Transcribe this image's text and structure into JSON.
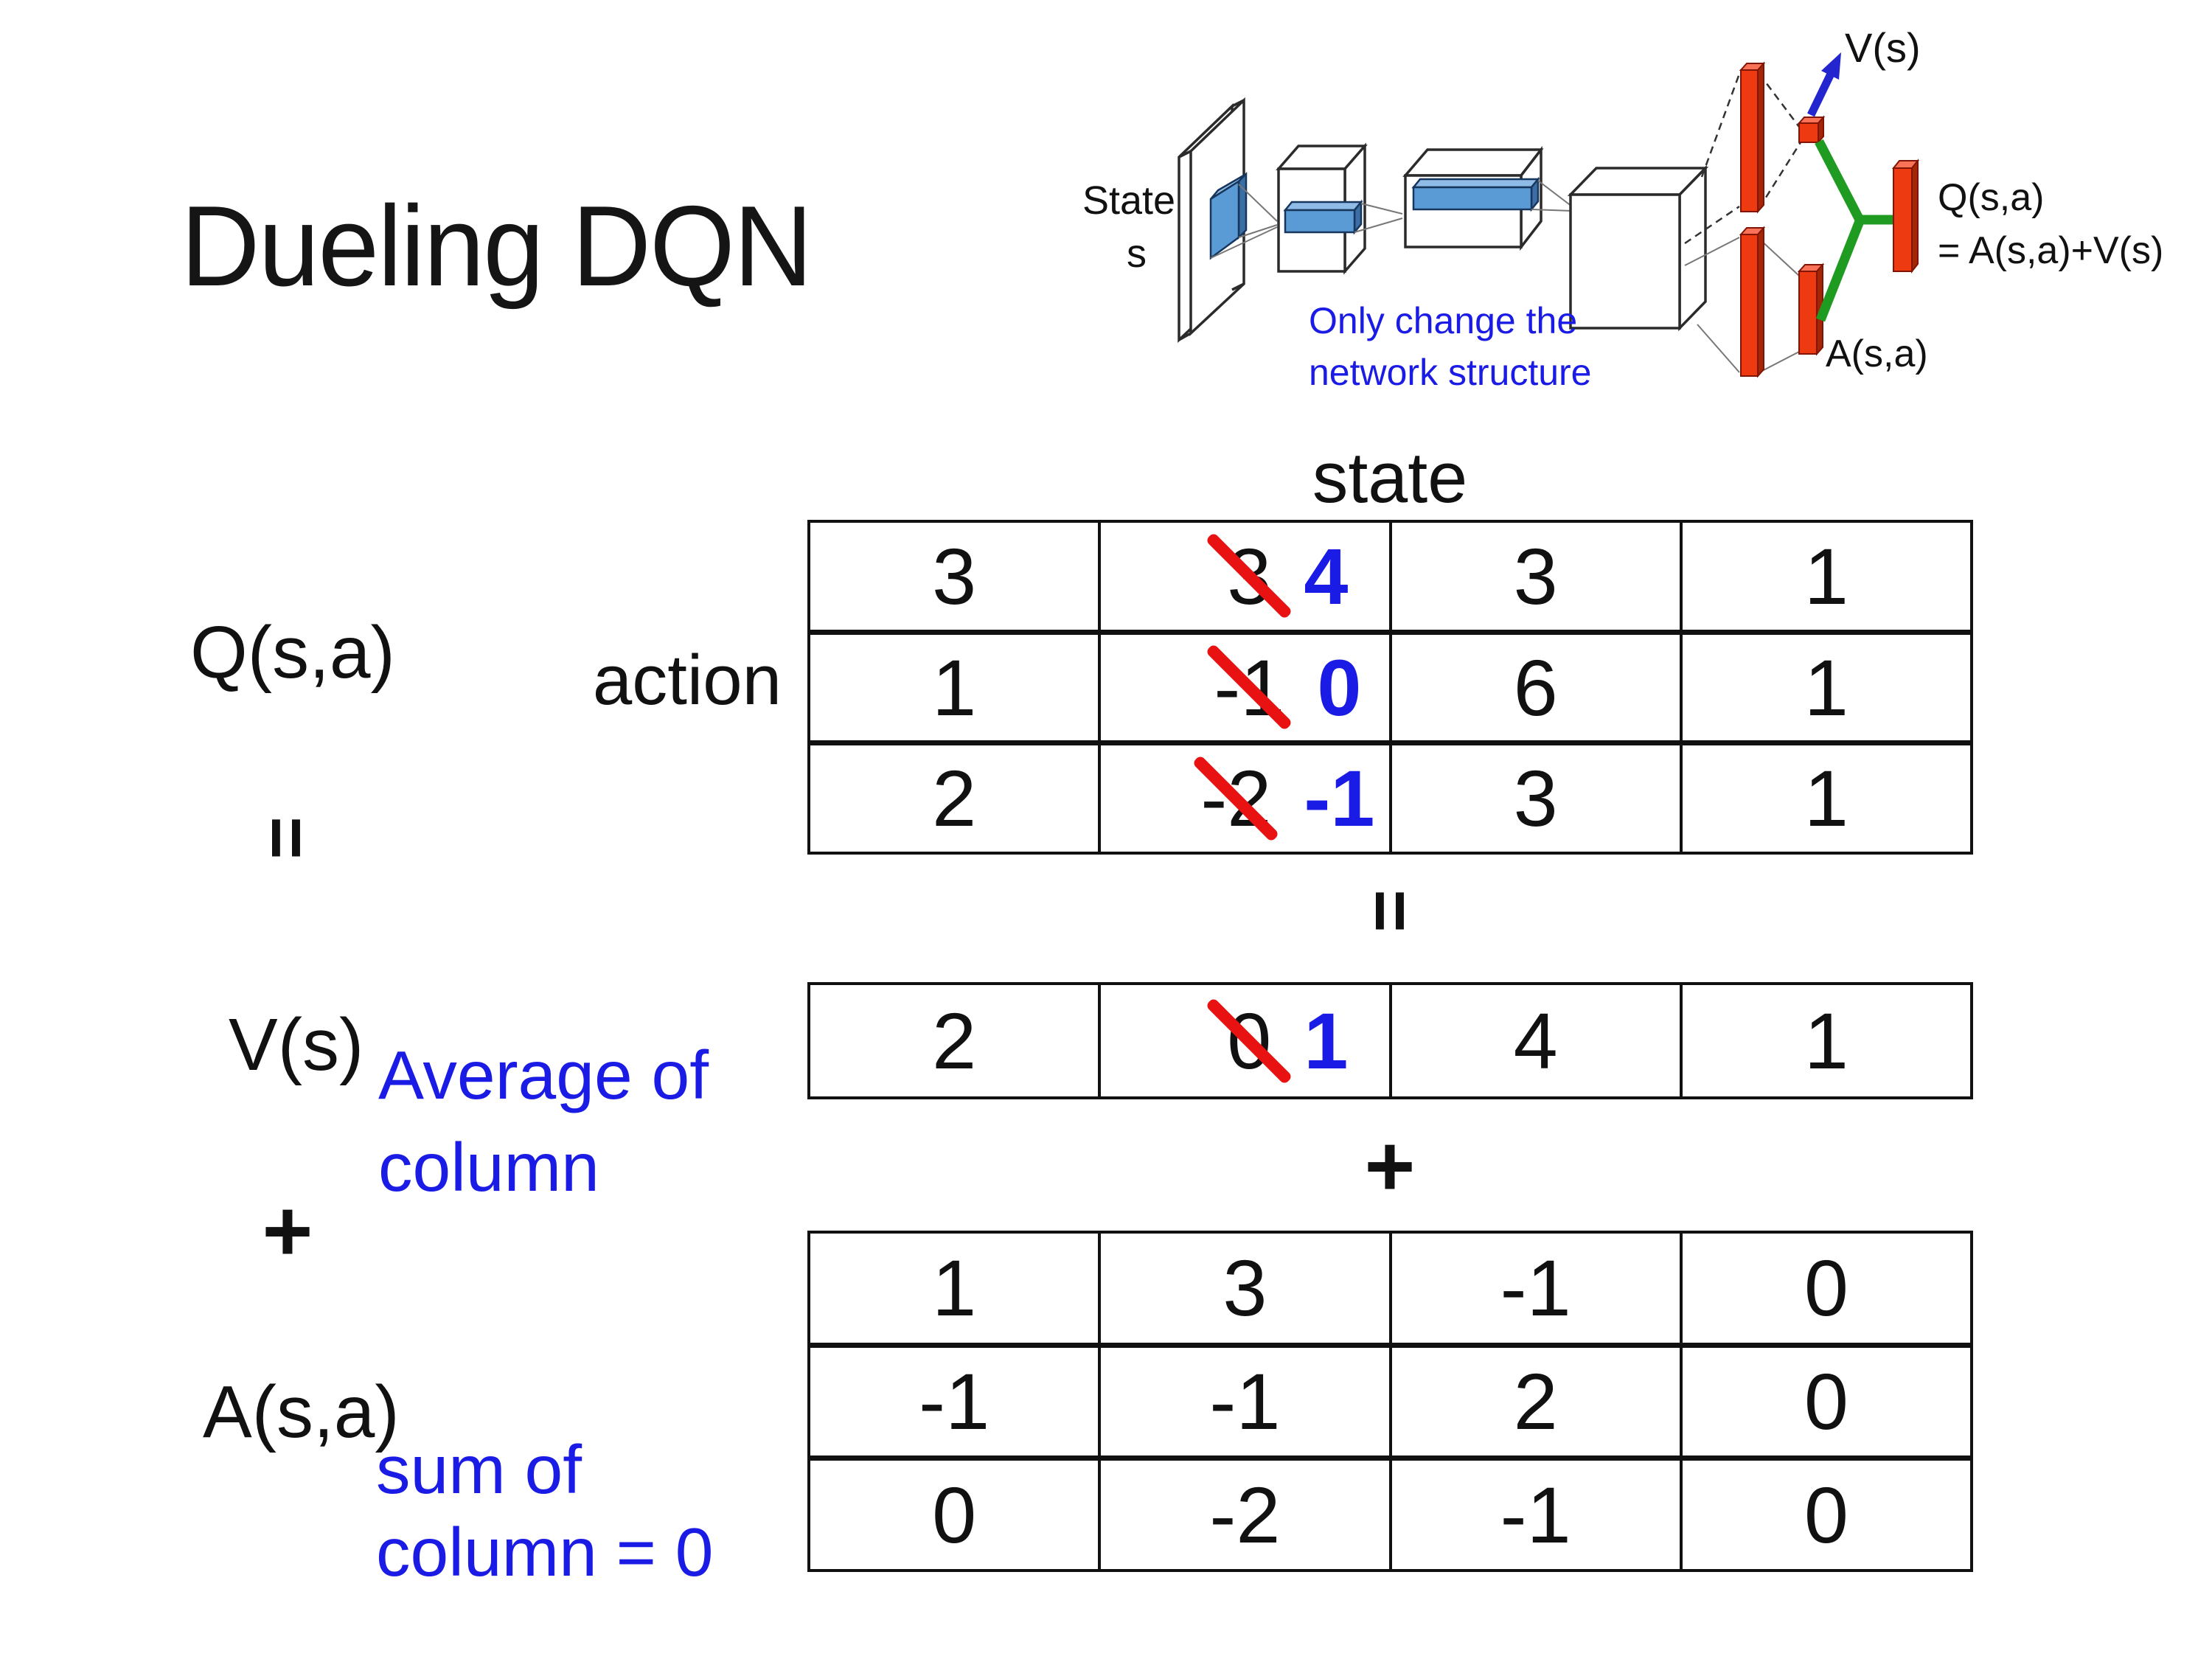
{
  "title": "Dueling DQN",
  "network_diagram": {
    "state_label_line1": "State",
    "state_label_line2": "s",
    "note_line1": "Only change the",
    "note_line2": "network structure",
    "v_output_label": "V(s)",
    "a_output_label": "A(s,a)",
    "q_output_line1": "Q(s,a)",
    "q_output_line2": "= A(s,a)+V(s)"
  },
  "equation": {
    "q_label": "Q(s,a)",
    "equals": "=",
    "v_label": "V(s)",
    "plus": "+",
    "a_label": "A(s,a)",
    "avg_note_line1": "Average of",
    "avg_note_line2": "column",
    "sum_note_line1": "sum of",
    "sum_note_line2": "column = 0"
  },
  "tables": {
    "state_header": "state",
    "action_label": "action",
    "equals": "=",
    "plus": "+",
    "q_table": {
      "rows": [
        {
          "c0": "3",
          "old": "3",
          "new": "4",
          "c2": "3",
          "c3": "1"
        },
        {
          "c0": "1",
          "old": "-1",
          "new": "0",
          "c2": "6",
          "c3": "1"
        },
        {
          "c0": "2",
          "old": "-2",
          "new": "-1",
          "c2": "3",
          "c3": "1"
        }
      ]
    },
    "v_row": {
      "c0": "2",
      "old": "0",
      "new": "1",
      "c2": "4",
      "c3": "1"
    },
    "a_table": {
      "rows": [
        {
          "c0": "1",
          "c1": "3",
          "c2": "-1",
          "c3": "0"
        },
        {
          "c0": "-1",
          "c1": "-1",
          "c2": "2",
          "c3": "0"
        },
        {
          "c0": "0",
          "c1": "-2",
          "c2": "-1",
          "c3": "0"
        }
      ]
    }
  },
  "colors": {
    "highlight_blue": "#1B1BE6",
    "strike_red": "#E81212",
    "bar_red": "#EE3A10",
    "conv_blue": "#5B9BD5",
    "link_green": "#1F9B22",
    "arrow_blue": "#2326CE"
  }
}
